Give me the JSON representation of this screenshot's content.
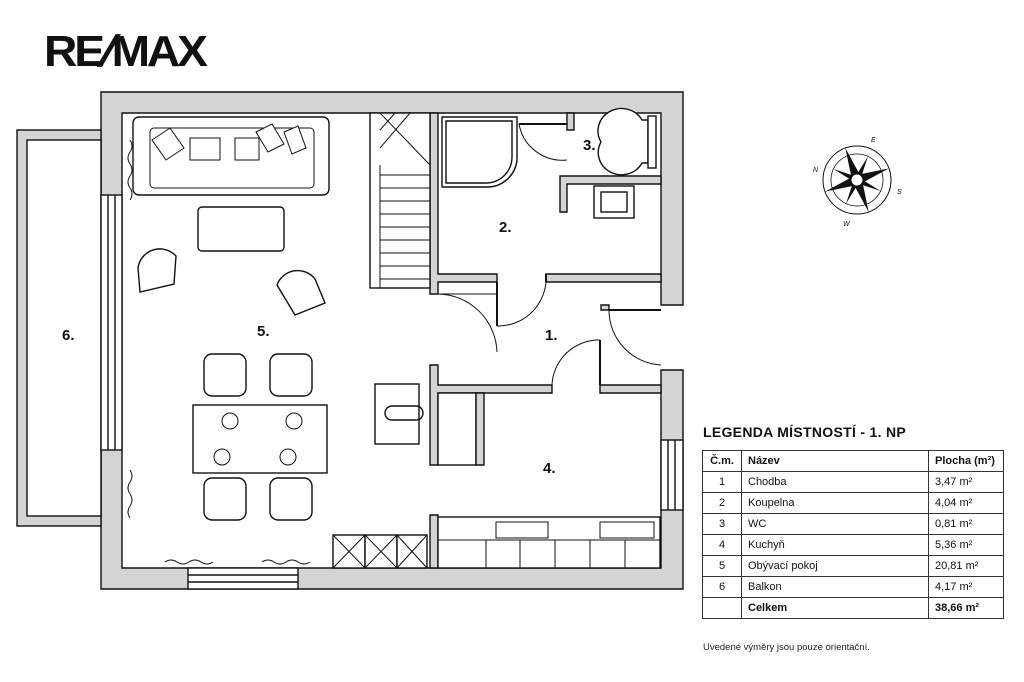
{
  "brand": {
    "logo_text": "RE/MAX",
    "accent": "#111111"
  },
  "plan": {
    "room_labels": {
      "r1": "1.",
      "r2": "2.",
      "r3": "3.",
      "r4": "4.",
      "r5": "5.",
      "r6": "6."
    },
    "compass": {
      "letters": [
        "N",
        "E",
        "S",
        "W"
      ]
    }
  },
  "legend": {
    "title": "LEGENDA MÍSTNOSTÍ - 1. NP",
    "headers": {
      "num": "Č.m.",
      "name": "Název",
      "area": "Plocha (m²)"
    },
    "rows": [
      {
        "num": "1",
        "name": "Chodba",
        "area": "3,47 m²"
      },
      {
        "num": "2",
        "name": "Koupelna",
        "area": "4,04 m²"
      },
      {
        "num": "3",
        "name": "WC",
        "area": "0,81 m²"
      },
      {
        "num": "4",
        "name": "Kuchyň",
        "area": "5,36 m²"
      },
      {
        "num": "5",
        "name": "Obývací pokoj",
        "area": "20,81 m²"
      },
      {
        "num": "6",
        "name": "Balkon",
        "area": "4,17 m²"
      }
    ],
    "total": {
      "label": "Celkem",
      "area": "38,66 m²"
    }
  },
  "note": "Uvedené výměry jsou pouze orientační."
}
